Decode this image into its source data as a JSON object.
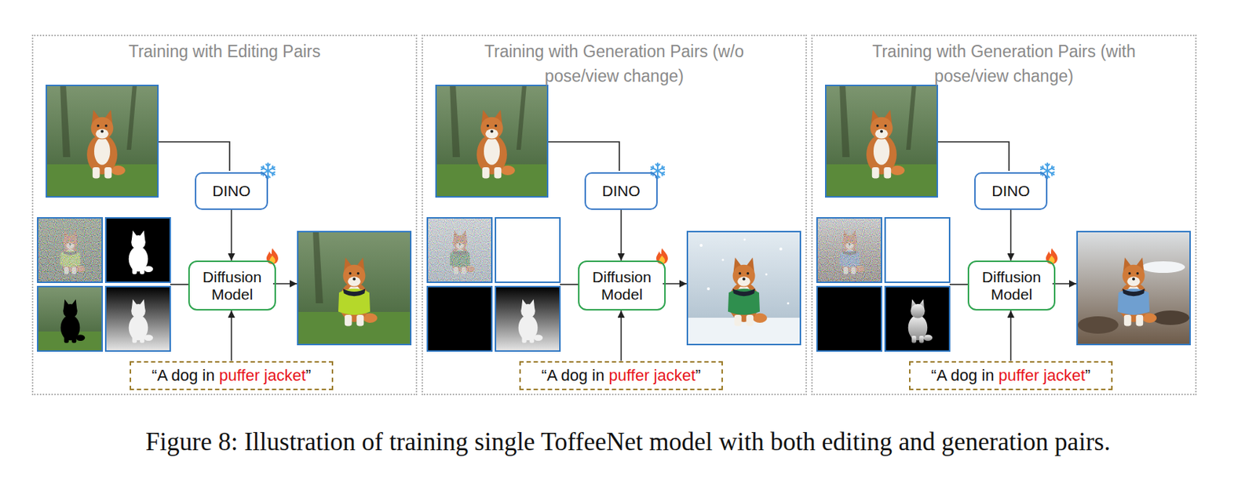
{
  "diagram": {
    "caption": "Figure 8: Illustration of training single ToffeeNet model with both editing and generation pairs.",
    "nodes": [
      {
        "text": [
          "Training with Editing Pairs"
        ]
      },
      {
        "text": [
          "DINO"
        ],
        "in": 0
      },
      {
        "text": [
          "Diffusion Model"
        ],
        "in": 0
      },
      {
        "text": [
          "“A dog in",
          "puffer jacket",
          "”"
        ],
        "in": 0
      },
      {
        "text": [
          "Training with Generation Pairs (w/o pose/view change)"
        ]
      },
      {
        "text": [
          "DINO"
        ],
        "in": 4
      },
      {
        "text": [
          "Diffusion Model"
        ],
        "in": 4
      },
      {
        "text": [
          "“A dog in",
          "puffer jacket",
          "”"
        ],
        "in": 4
      },
      {
        "text": [
          "Training with Generation Pairs (with pose/view change)"
        ]
      },
      {
        "text": [
          "DINO"
        ],
        "in": 8
      },
      {
        "text": [
          "Diffusion Model"
        ],
        "in": 8
      },
      {
        "text": [
          "“A dog in",
          "puffer jacket",
          "”"
        ],
        "in": 8
      }
    ],
    "edges": [
      {
        "from": 1,
        "to": 2,
        "arrow": "to"
      },
      {
        "from": 3,
        "to": 2,
        "arrow": "to"
      },
      {
        "from": 5,
        "to": 6,
        "arrow": "to"
      },
      {
        "from": 7,
        "to": 6,
        "arrow": "to"
      },
      {
        "from": 9,
        "to": 10,
        "arrow": "to"
      },
      {
        "from": 11,
        "to": 10,
        "arrow": "to"
      }
    ]
  }
}
